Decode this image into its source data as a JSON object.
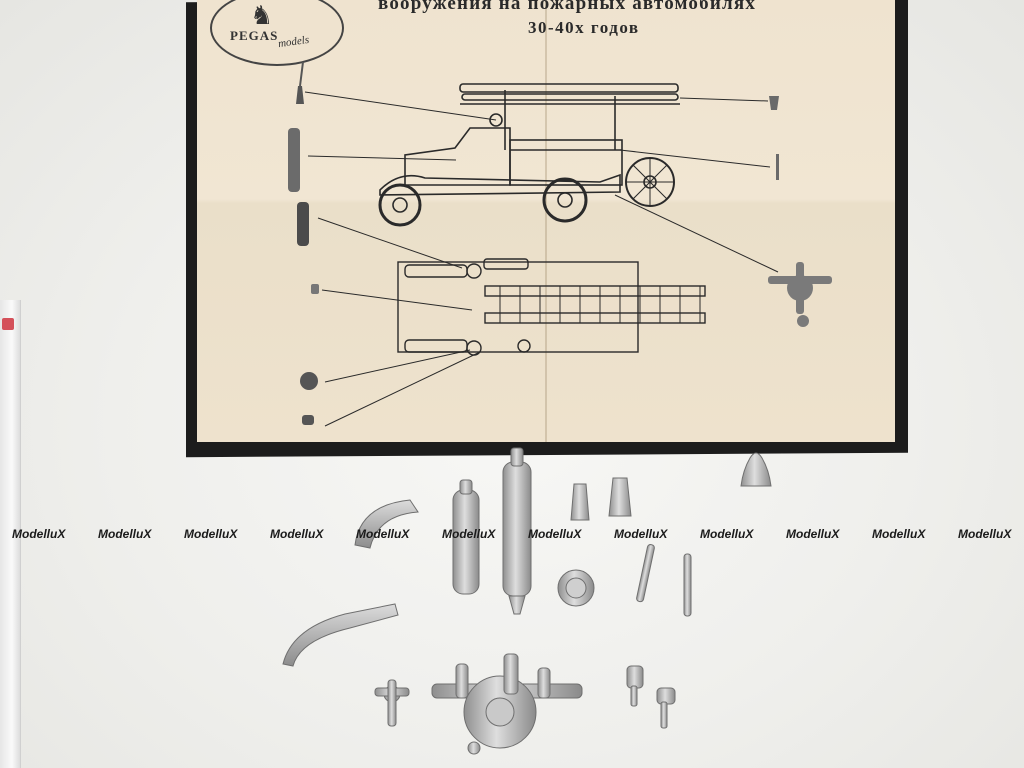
{
  "sheet": {
    "logo": {
      "line1": "PEGAS",
      "line2": "models"
    },
    "title_line1": "вооружения на пожарных автомобилях",
    "title_line2": "30-40х годов"
  },
  "watermark": {
    "text": "ModelluX",
    "repeats": 12
  },
  "colors": {
    "background": "#f3f3f1",
    "paper": "#efe3cf",
    "ink": "#2a2a2a",
    "metal": "#b9b9b9"
  }
}
